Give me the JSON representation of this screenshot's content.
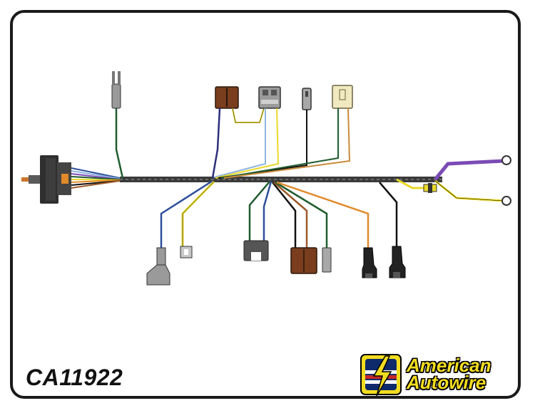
{
  "part_number": "CA11922",
  "brand": {
    "line1": "American",
    "line2": "Autowire"
  },
  "colors": {
    "harness": "#3a3a3a",
    "green": "#1f5c2e",
    "blue": "#2c4f9a",
    "light_blue": "#8fb4e0",
    "yellow": "#e9d92a",
    "black": "#111111",
    "purple": "#7a4bb5",
    "orange": "#e08a2a",
    "brown": "#6a3b1a",
    "connector_brown": "#7a3e1e",
    "connector_grey": "#9a9a9a",
    "connector_cream": "#f1e9c0",
    "logo_yellow": "#f2dc1f"
  }
}
